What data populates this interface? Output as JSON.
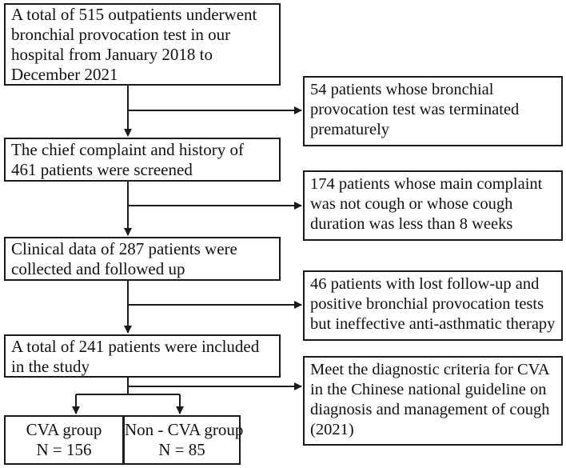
{
  "flowchart": {
    "main_boxes": [
      {
        "lines": [
          "A total of 515 outpatients underwent",
          "bronchial provocation test in our",
          "hospital from January 2018 to",
          "December 2021"
        ]
      },
      {
        "lines": [
          "The chief complaint and history of",
          "461 patients were screened"
        ]
      },
      {
        "lines": [
          "Clinical data of 287 patients were",
          "collected and followed up"
        ]
      },
      {
        "lines": [
          "A total of 241 patients were included",
          "in the study"
        ]
      }
    ],
    "exclusion_boxes": [
      {
        "lines": [
          "54 patients whose bronchial",
          "provocation test was terminated",
          "prematurely"
        ]
      },
      {
        "lines": [
          "174 patients whose main complaint",
          "was not cough or whose cough",
          "duration was less than 8 weeks"
        ]
      },
      {
        "lines": [
          "46 patients with lost follow-up and",
          "positive bronchial provocation tests",
          "but ineffective anti-asthmatic therapy"
        ]
      },
      {
        "lines": [
          "Meet the diagnostic criteria for CVA",
          "in the Chinese national guideline on",
          "diagnosis and management of cough",
          "(2021)"
        ]
      }
    ],
    "groups": [
      {
        "name": "CVA group",
        "n": "N = 156"
      },
      {
        "name": "Non - CVA group",
        "n": "N = 85"
      }
    ],
    "line_color": "#1a1a1a"
  }
}
